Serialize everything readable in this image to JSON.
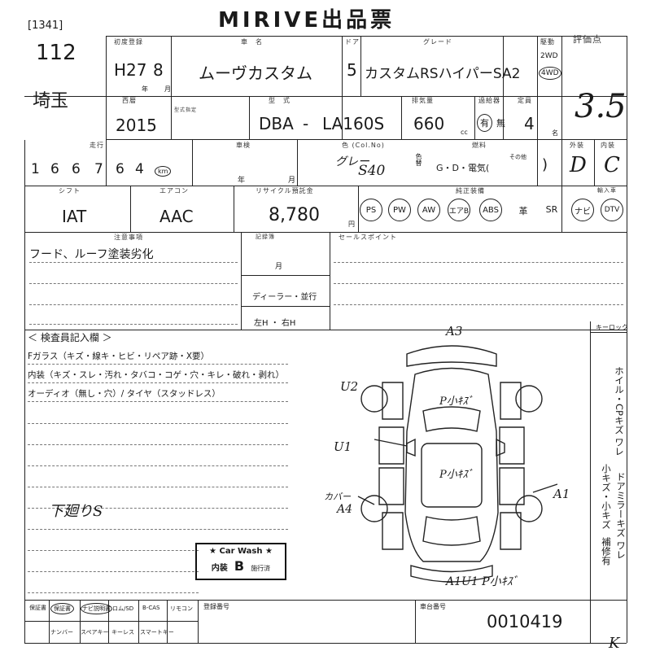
{
  "title": "MIRIVE出品票",
  "lot_prefix": "[1341]",
  "lot_number": "112",
  "region": "埼玉",
  "labels": {
    "first_reg": "初度登録",
    "car_name": "車　名",
    "doors": "ドア",
    "grade": "グレード",
    "drive": "駆動",
    "score": "評価点",
    "western_year": "西暦",
    "model_spec": "型式指定",
    "model": "型　式",
    "displacement": "排気量",
    "turbo": "過給器",
    "seats": "定員",
    "mileage": "走行",
    "inspection": "車検",
    "color": "色 (Col.No)",
    "fuel": "燃料",
    "exterior_grade": "外装",
    "interior_grade": "内装",
    "shift": "シフト",
    "aircon": "エアコン",
    "recycle": "リサイクル預託金",
    "equipment": "純正装備",
    "notes": "注意事項",
    "sales_point": "セールスポイント",
    "warranty": "保証書",
    "import": "輸入車",
    "inspector": "＜ 検査員記入欄 ＞",
    "keylock": "キーロック",
    "vehicle_no": "車台番号",
    "reg_no": "登録番号"
  },
  "first_reg": {
    "era": "H27",
    "month": "8",
    "year_unit": "年",
    "month_unit": "月"
  },
  "car_name": "ムーヴカスタム",
  "doors": "5",
  "grade": "カスタムRSハイパーSA2",
  "drive_options": [
    "2WD",
    "4WD"
  ],
  "drive_selected": "4WD",
  "score": "3.5",
  "western_year": "2015",
  "model_prefix": "DBA",
  "model_dash": "-",
  "model_code": "LA160S",
  "displacement": "660",
  "cc": "cc",
  "turbo_yes": "有",
  "turbo_no": "無",
  "seats": "4",
  "seats_unit": "名",
  "mileage_digits": [
    "1",
    "6",
    "6",
    "7",
    "6",
    "4"
  ],
  "mileage_unit": "km",
  "inspection_year": "年",
  "inspection_month": "月",
  "color_handwritten": "グレー",
  "color_code": "S40",
  "color_side": "色替",
  "fuel_options": "G・D・電気(",
  "fuel_close": ")",
  "fuel_other": "その他",
  "exterior_grade": "D",
  "interior_grade": "C",
  "shift": "IAT",
  "aircon": "AAC",
  "recycle_amount": "8,780",
  "recycle_unit": "円",
  "equipment": [
    "PS",
    "PW",
    "AW",
    "エアB",
    "ABS",
    "革",
    "SR",
    "ナビ",
    "DTV"
  ],
  "notes_text": "フード、ルーフ塗装劣化",
  "month_label": "月",
  "inspection_record": "記録簿",
  "dealer": "ディーラー・並行",
  "handle": "左H ・ 右H",
  "inspector_lines": [
    "Fガラス（キズ・線キ・ヒビ・リペア跡・X要）",
    "内装（キズ・スレ・汚れ・タバコ・コゲ・穴・キレ・破れ・剥れ）",
    "オーディオ（無し・穴）/ タイヤ（スタッドレス）"
  ],
  "handwritten_note": "下廻りS",
  "car_wash_label": "★ Car Wash ★",
  "car_wash_sub": "内装",
  "car_wash_grade": "B",
  "car_wash_done": "施行済",
  "diagram_marks": [
    "A3",
    "U2",
    "P小ｷｽﾞ",
    "U1",
    "P小ｷｽﾞ",
    "カバー",
    "A4",
    "A1",
    "A1U1 P小ｷｽﾞ"
  ],
  "right_side_text": [
    "ホイル・CPキズ ワレ",
    "小キズ・小キズ",
    "ドアミラーキズ ワレ",
    "補修有"
  ],
  "footer_items_top": [
    "保証書",
    "ナビ説明書",
    "ロム/SD",
    "B-CAS",
    "リモコン"
  ],
  "footer_items_bottom": [
    "ナンバー",
    "スペアキー",
    "キーレス",
    "スマートキー"
  ],
  "vehicle_no": "0010419",
  "corner_mark": "K"
}
